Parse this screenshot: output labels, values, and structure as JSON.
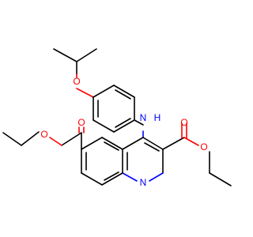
{
  "molecule": {
    "atom_labels": {
      "oxygen": "O",
      "amine": "N",
      "hydrogen": "H",
      "ring_nitrogen": "N"
    },
    "colors": {
      "bond": "#000000",
      "oxygen": "#ff0000",
      "nitrogen": "#0000ff"
    }
  }
}
